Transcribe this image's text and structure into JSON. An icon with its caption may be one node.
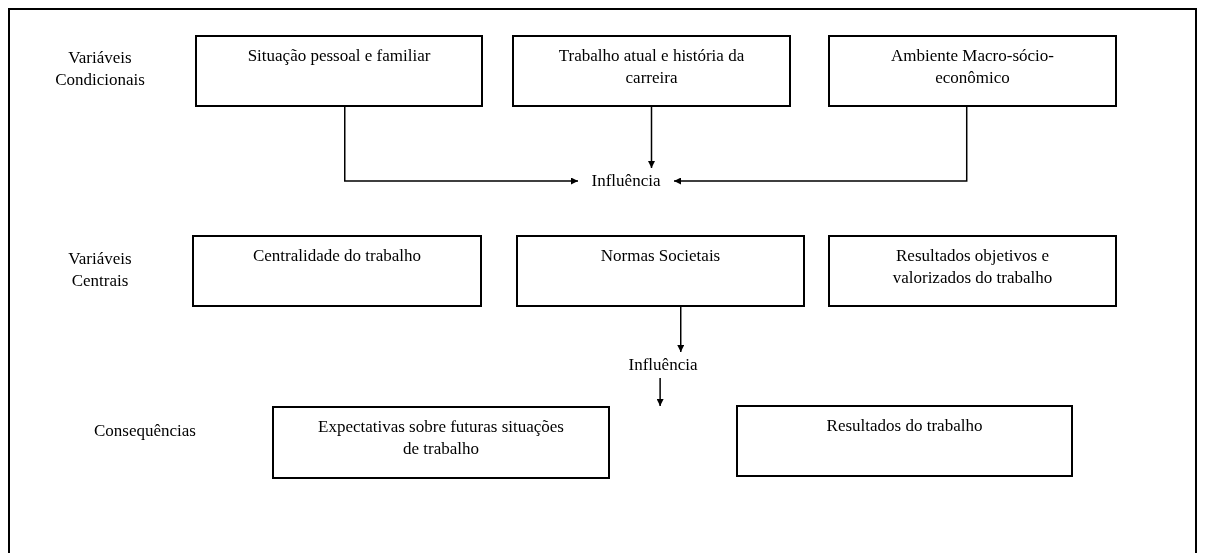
{
  "diagram": {
    "nodes": [
      {
        "text": [
          "Situação pessoal e familiar"
        ]
      },
      {
        "text": [
          "Trabalho atual e história da carreira"
        ]
      },
      {
        "text": [
          "Ambiente Macro-sócio-econômico"
        ]
      },
      {
        "text": [
          "Influência"
        ]
      },
      {
        "text": [
          "Centralidade do trabalho"
        ]
      },
      {
        "text": [
          "Normas Societais"
        ]
      },
      {
        "text": [
          "Resultados objetivos e valorizados do trabalho"
        ]
      },
      {
        "text": [
          "Influência"
        ]
      },
      {
        "text": [
          "Expectativas sobre futuras situações de trabalho"
        ]
      },
      {
        "text": [
          "Resultados do trabalho"
        ]
      }
    ],
    "edges": [
      {
        "from": 0,
        "to": 3,
        "arrow": "to"
      },
      {
        "from": 1,
        "to": 3,
        "arrow": "to"
      },
      {
        "from": 2,
        "to": 3,
        "arrow": "to"
      },
      {
        "from": 5,
        "to": 7,
        "arrow": "to"
      },
      {
        "from": 7,
        "to": null,
        "arrow": "to"
      }
    ],
    "labels": [
      "Variáveis Condicionais",
      "Variáveis Centrais",
      "Consequências"
    ]
  }
}
